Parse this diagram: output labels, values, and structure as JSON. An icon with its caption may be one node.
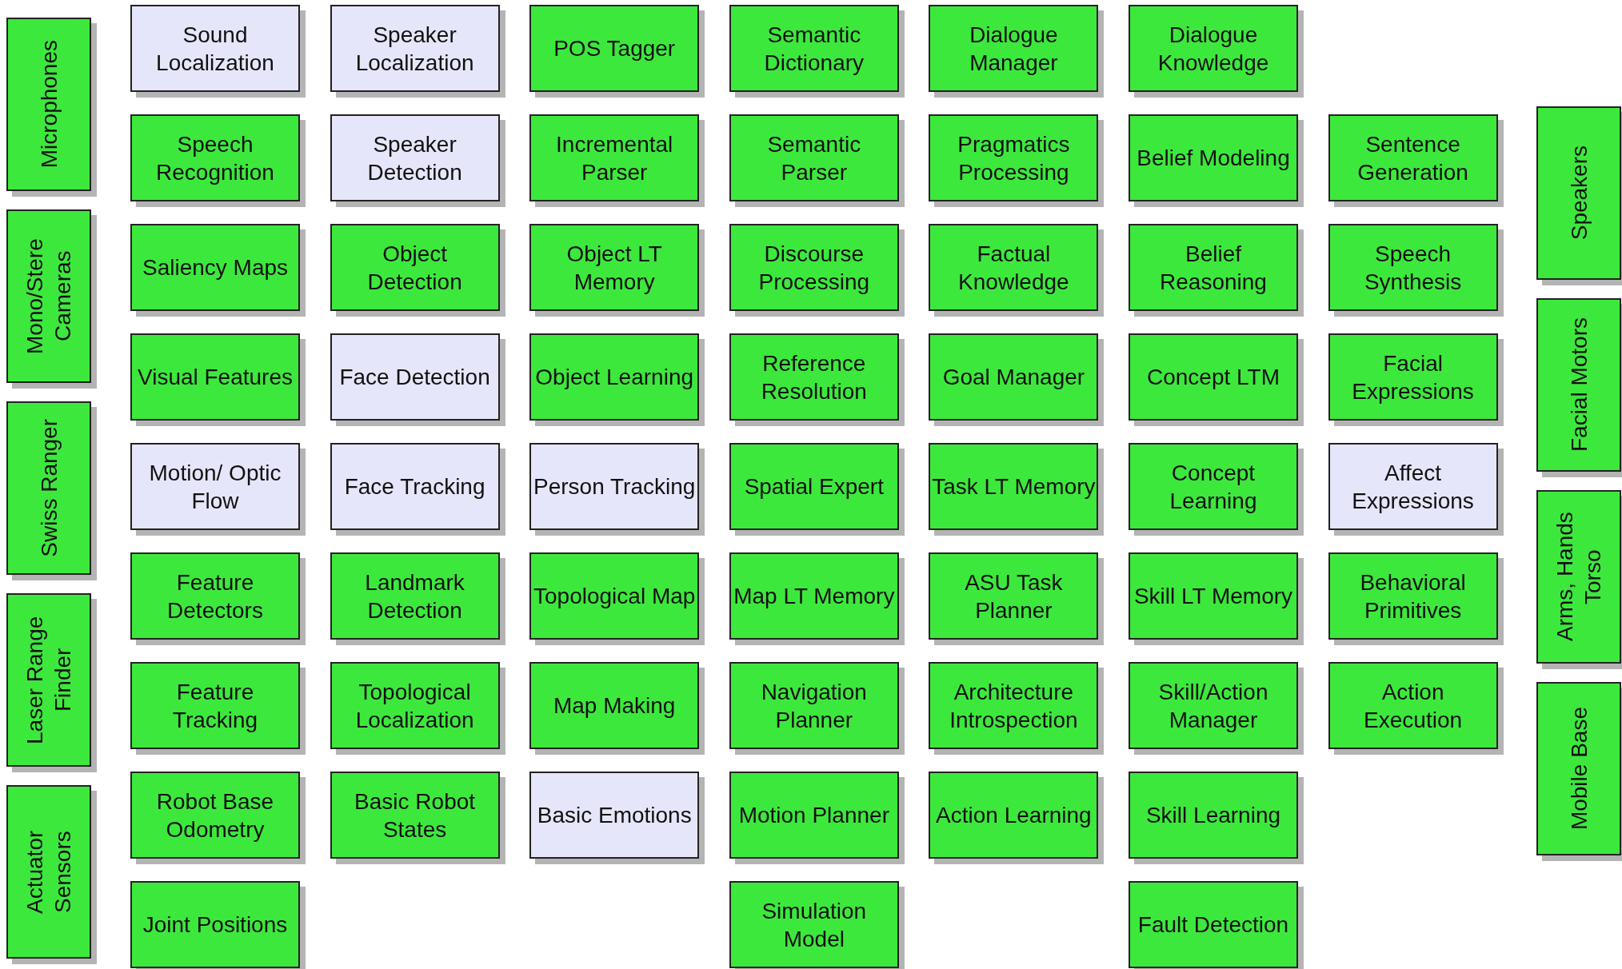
{
  "diagram": {
    "nodes": [
      {
        "text": [
          "Microphones"
        ]
      },
      {
        "text": [
          "Mono/Stere Cameras"
        ]
      },
      {
        "text": [
          "Swiss Ranger"
        ]
      },
      {
        "text": [
          "Laser Range Finder"
        ]
      },
      {
        "text": [
          "Actuator Sensors"
        ]
      },
      {
        "text": [
          "Sound Localization"
        ]
      },
      {
        "text": [
          "Speaker Localization"
        ]
      },
      {
        "text": [
          "POS Tagger"
        ]
      },
      {
        "text": [
          "Semantic Dictionary"
        ]
      },
      {
        "text": [
          "Dialogue Manager"
        ]
      },
      {
        "text": [
          "Dialogue Knowledge"
        ]
      },
      {
        "text": [
          "Speech Recognition"
        ]
      },
      {
        "text": [
          "Speaker Detection"
        ]
      },
      {
        "text": [
          "Incremental Parser"
        ]
      },
      {
        "text": [
          "Semantic Parser"
        ]
      },
      {
        "text": [
          "Pragmatics Processing"
        ]
      },
      {
        "text": [
          "Belief Modeling"
        ]
      },
      {
        "text": [
          "Sentence Generation"
        ]
      },
      {
        "text": [
          "Saliency Maps"
        ]
      },
      {
        "text": [
          "Object Detection"
        ]
      },
      {
        "text": [
          "Object LT Memory"
        ]
      },
      {
        "text": [
          "Discourse Processing"
        ]
      },
      {
        "text": [
          "Factual Knowledge"
        ]
      },
      {
        "text": [
          "Belief Reasoning"
        ]
      },
      {
        "text": [
          "Speech Synthesis"
        ]
      },
      {
        "text": [
          "Visual Features"
        ]
      },
      {
        "text": [
          "Face Detection"
        ]
      },
      {
        "text": [
          "Object Learning"
        ]
      },
      {
        "text": [
          "Reference Resolution"
        ]
      },
      {
        "text": [
          "Goal Manager"
        ]
      },
      {
        "text": [
          "Concept LTM"
        ]
      },
      {
        "text": [
          "Facial Expressions"
        ]
      },
      {
        "text": [
          "Motion/ Optic Flow"
        ]
      },
      {
        "text": [
          "Face Tracking"
        ]
      },
      {
        "text": [
          "Person Tracking"
        ]
      },
      {
        "text": [
          "Spatial Expert"
        ]
      },
      {
        "text": [
          "Task LT Memory"
        ]
      },
      {
        "text": [
          "Concept Learning"
        ]
      },
      {
        "text": [
          "Affect Expressions"
        ]
      },
      {
        "text": [
          "Feature Detectors"
        ]
      },
      {
        "text": [
          "Landmark Detection"
        ]
      },
      {
        "text": [
          "Topological Map"
        ]
      },
      {
        "text": [
          "Map LT Memory"
        ]
      },
      {
        "text": [
          "ASU Task Planner"
        ]
      },
      {
        "text": [
          "Skill LT Memory"
        ]
      },
      {
        "text": [
          "Behavioral Primitives"
        ]
      },
      {
        "text": [
          "Feature Tracking"
        ]
      },
      {
        "text": [
          "Topological Localization"
        ]
      },
      {
        "text": [
          "Map Making"
        ]
      },
      {
        "text": [
          "Navigation Planner"
        ]
      },
      {
        "text": [
          "Architecture Introspection"
        ]
      },
      {
        "text": [
          "Skill/Action Manager"
        ]
      },
      {
        "text": [
          "Action Execution"
        ]
      },
      {
        "text": [
          "Robot Base Odometry"
        ]
      },
      {
        "text": [
          "Basic Robot States"
        ]
      },
      {
        "text": [
          "Basic Emotions"
        ]
      },
      {
        "text": [
          "Motion Planner"
        ]
      },
      {
        "text": [
          "Action Learning"
        ]
      },
      {
        "text": [
          "Skill Learning"
        ]
      },
      {
        "text": [
          "Joint Positions"
        ]
      },
      {
        "text": [
          "Simulation Model"
        ]
      },
      {
        "text": [
          "Fault Detection"
        ]
      },
      {
        "text": [
          "Speakers"
        ]
      },
      {
        "text": [
          "Facial Motors"
        ]
      },
      {
        "text": [
          "Arms, Hands Torso"
        ]
      },
      {
        "text": [
          "Mobile Base"
        ]
      }
    ]
  }
}
